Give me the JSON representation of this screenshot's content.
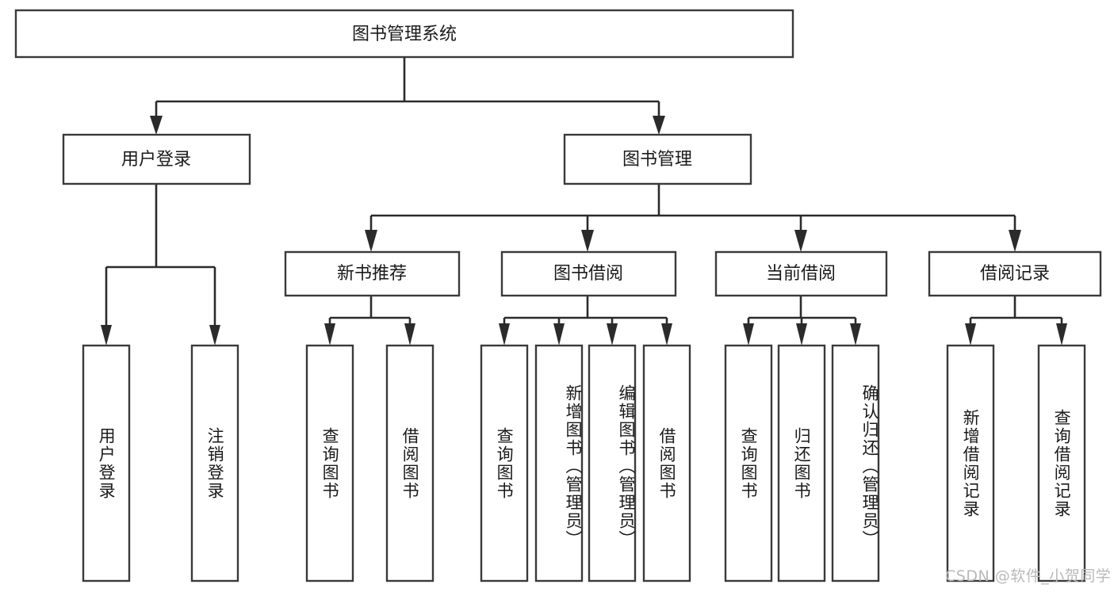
{
  "diagram": {
    "type": "tree-hierarchy",
    "orientation": "top-down",
    "root": {
      "id": "system",
      "label": "图书管理系统"
    },
    "level2": [
      {
        "id": "user-login",
        "label": "用户登录"
      },
      {
        "id": "book-manage",
        "label": "图书管理"
      }
    ],
    "level3": [
      {
        "id": "new-book-recommend",
        "label": "新书推荐"
      },
      {
        "id": "book-borrow",
        "label": "图书借阅"
      },
      {
        "id": "current-borrow",
        "label": "当前借阅"
      },
      {
        "id": "borrow-record",
        "label": "借阅记录"
      }
    ],
    "leaves_user_login": [
      {
        "id": "leaf-user-login",
        "label": "用户登录"
      },
      {
        "id": "leaf-logout-login",
        "label": "注销登录"
      }
    ],
    "leaves_new_book": [
      {
        "id": "leaf-query-book-1",
        "label": "查询图书"
      },
      {
        "id": "leaf-borrow-book-1",
        "label": "借阅图书"
      }
    ],
    "leaves_book_borrow": [
      {
        "id": "leaf-query-book-2",
        "label": "查询图书"
      },
      {
        "id": "leaf-add-book",
        "label": "新增图书（管理员）"
      },
      {
        "id": "leaf-edit-book",
        "label": "编辑图书（管理员）"
      },
      {
        "id": "leaf-borrow-book-2",
        "label": "借阅图书"
      }
    ],
    "leaves_current_borrow": [
      {
        "id": "leaf-query-book-3",
        "label": "查询图书"
      },
      {
        "id": "leaf-return-book",
        "label": "归还图书"
      },
      {
        "id": "leaf-confirm-return",
        "label": "确认归还（管理员）"
      }
    ],
    "leaves_borrow_record": [
      {
        "id": "leaf-add-record",
        "label": "新增借阅记录"
      },
      {
        "id": "leaf-query-record",
        "label": "查询借阅记录"
      }
    ]
  },
  "watermark": {
    "text": "CSDN @软件_小贺同学"
  },
  "colors": {
    "box_stroke": "#3a3a3a",
    "connector": "#2b2b2b",
    "text": "#1a1a1a",
    "background": "#ffffff",
    "watermark": "#b9b9b9"
  }
}
